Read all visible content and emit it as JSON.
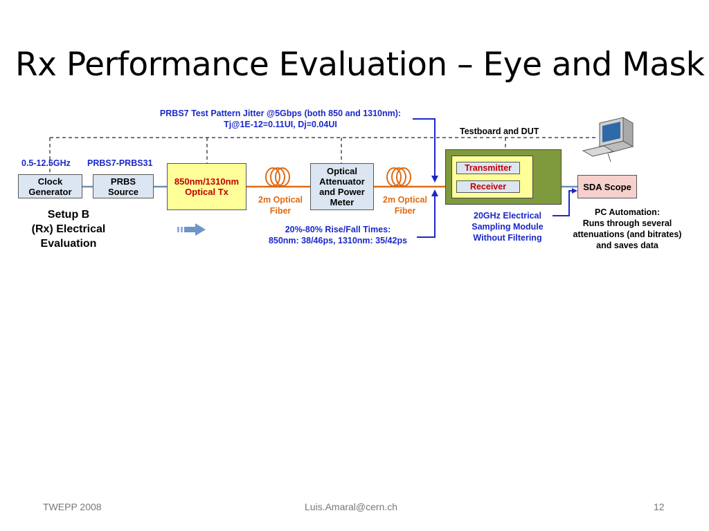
{
  "title": "Rx Performance Evaluation – Eye and Mask",
  "diagram": {
    "jitter_note": [
      "PRBS7 Test Pattern Jitter @5Gbps (both 850 and 1310nm):",
      "Tj@1E-12=0.11UI, Dj=0.04UI"
    ],
    "testboard_label": "Testboard and DUT",
    "clock_freq": "0.5-12.5GHz",
    "prbs_range": "PRBS7-PRBS31",
    "clock_generator": [
      "Clock",
      "Generator"
    ],
    "prbs_source": [
      "PRBS",
      "Source"
    ],
    "optical_tx": [
      "850nm/1310nm",
      "Optical Tx"
    ],
    "fiber1": [
      "2m Optical",
      "Fiber"
    ],
    "attenuator": [
      "Optical",
      "Attenuator",
      "and Power",
      "Meter"
    ],
    "fiber2": [
      "2m Optical",
      "Fiber"
    ],
    "transmitter": "Transmitter",
    "receiver": "Receiver",
    "sda_scope": "SDA Scope",
    "setup": [
      "Setup B",
      "(Rx) Electrical",
      "Evaluation"
    ],
    "rise_fall": [
      "20%-80% Rise/Fall Times:",
      "850nm: 38/46ps, 1310nm: 35/42ps"
    ],
    "sampling": [
      "20GHz Electrical",
      "Sampling Module",
      "Without Filtering"
    ],
    "pc_automation": [
      "PC Automation:",
      "Runs through several",
      "attenuations (and bitrates)",
      "and saves data"
    ]
  },
  "colors": {
    "blue_text": "#1a28c8",
    "orange": "#e06a12",
    "tx_box": "#ffff99",
    "dut_outer": "#7f9a3d",
    "dut_inner": "#ffff99",
    "scope_box": "#f6d0cc",
    "rx_box": "#dce6f2"
  },
  "footer": {
    "left": "TWEPP 2008",
    "center": "Luis.Amaral@cern.ch",
    "right": "12"
  }
}
